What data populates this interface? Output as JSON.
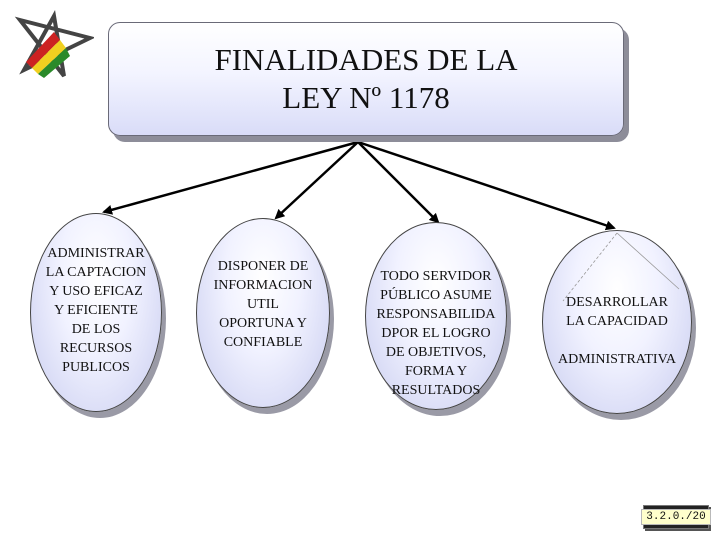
{
  "logo": {
    "icon": "star-logo-icon",
    "colors": {
      "red": "#cc2222",
      "yellow": "#f0d020",
      "green": "#2a8a2a",
      "outline": "#444444"
    }
  },
  "title": {
    "line1": "FINALIDADES DE LA",
    "line2": "LEY Nº 1178"
  },
  "nodes": [
    {
      "text": "ADMINISTRAR\nLA CAPTACION\nY USO EFICAZ\nY EFICIENTE\nDE LOS\nRECURSOS\nPUBLICOS"
    },
    {
      "text": "DISPONER DE\nINFORMACION\nUTIL\nOPORTUNA Y\nCONFIABLE"
    },
    {
      "text": "TODO SERVIDOR\nPÚBLICO ASUME\nRESPONSABILIDA\nDPOR EL LOGRO\nDE OBJETIVOS,\nFORMA Y\nRESULTADOS"
    },
    {
      "text": "DESARROLLAR\nLA CAPACIDAD\n\nADMINISTRATIVA"
    }
  ],
  "page_number": "3.2.0./20"
}
